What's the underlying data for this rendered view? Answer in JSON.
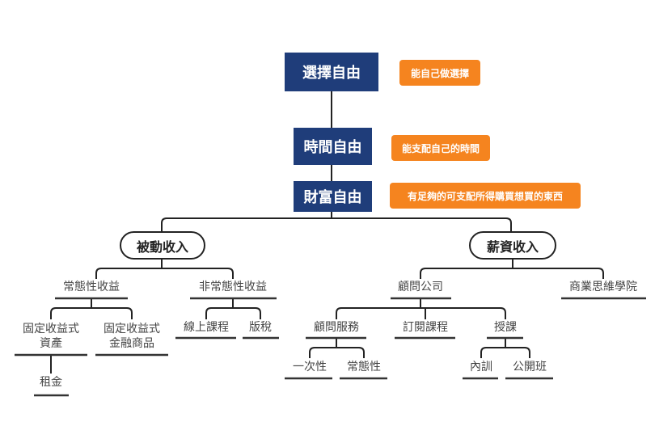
{
  "levels": {
    "choice": "選擇自由",
    "time": "時間自由",
    "wealth": "財富自由"
  },
  "notes": {
    "choice": "能自己做選擇",
    "time": "能支配自己的時間",
    "wealth": "有足夠的可支配所得購買想買的東西"
  },
  "passive": {
    "label": "被動收入",
    "regular": "常態性收益",
    "fixed_assets": [
      "固定收益式",
      "資產"
    ],
    "rent": "租金",
    "fixed_finance": [
      "固定收益式",
      "金融商品"
    ],
    "irregular": "非常態性收益",
    "online_course": "線上課程",
    "royalty": "版稅"
  },
  "salary": {
    "label": "薪資收入",
    "consulting": "顧問公司",
    "academy": "商業思維學院",
    "service": "顧問服務",
    "one_time": "一次性",
    "recurring": "常態性",
    "subscription": "訂閱課程",
    "teaching": "授課",
    "internal": "內訓",
    "public": "公開班"
  },
  "colors": {
    "navy": "#1f3d7a",
    "orange": "#f5841f"
  }
}
